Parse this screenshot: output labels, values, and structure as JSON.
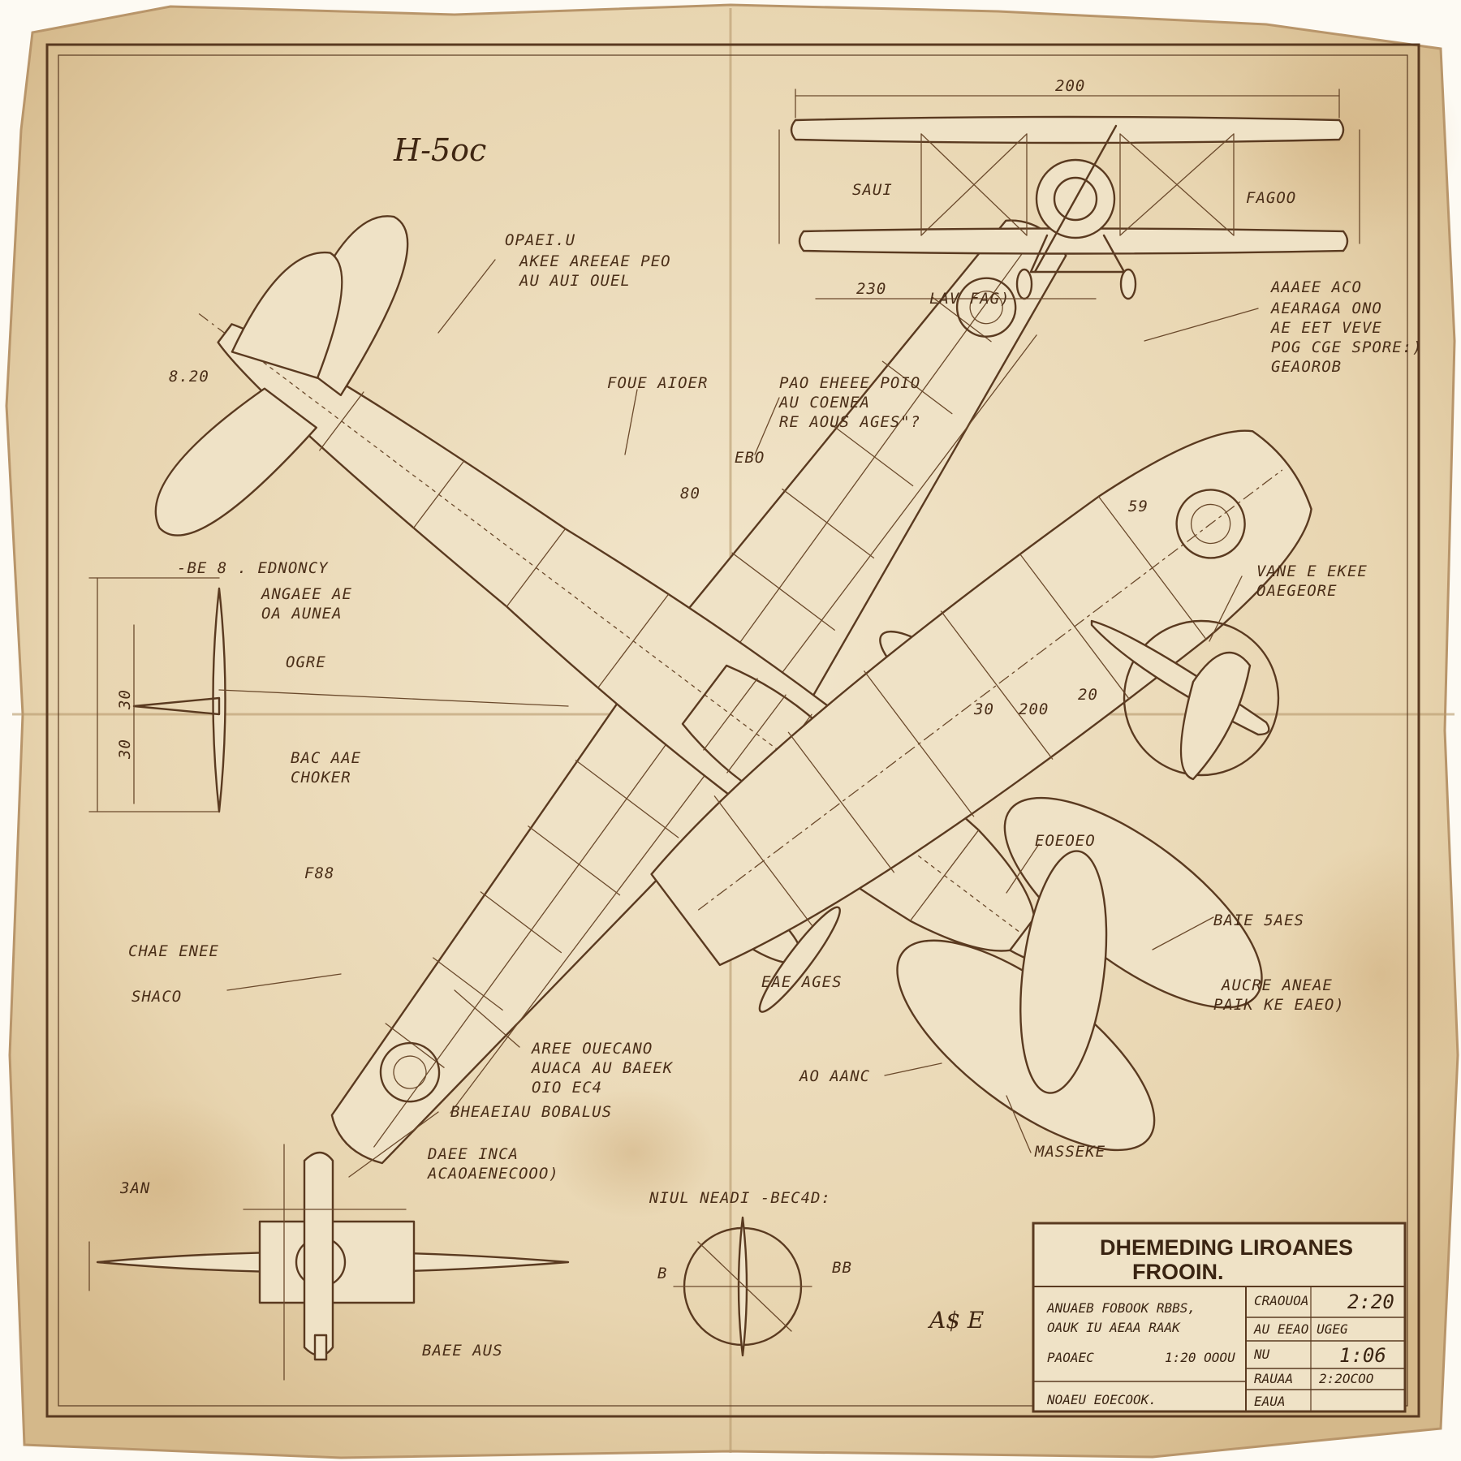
{
  "colors": {
    "paper": "#ecdcbd",
    "paper_stain": "#d9bf93",
    "ink": "#5a3a20",
    "edge": "#fdfaf3"
  },
  "drawing_code": "H-5oc",
  "labels": {
    "top_center": "OPAEI.U",
    "top_center_1": "AKEE AREEAE PEO",
    "top_center_2": "AU AUI OUEL",
    "left_dim": "8.20",
    "propeller": "FOUE AIOER",
    "prop_note_1": "PAO EHEEE POIO",
    "prop_note_2": "AU COENEA",
    "prop_note_3": "RE AOUS AGES\"?",
    "dim_ebb": "EBO",
    "dim_80": "80",
    "tail_left_1": "-BE 8 . EDNONCY",
    "tail_left_2": "ANGAEE AE",
    "tail_left_3": "OA AUNEA",
    "tail_ogre": "OGRE",
    "tail_bac_1": "BAC AAE",
    "tail_bac_2": "CHOKER",
    "right_1": "AAAEE ACO",
    "right_2": "AEARAGA ONO",
    "right_3": "AE EET VEVE",
    "right_4": "POG CGE SPORE:)",
    "right_5": "GEAOROB",
    "dim_59": "59",
    "vane_1": "VANE E EKEE",
    "vane_2": "OAEGEORE",
    "dim_200": "200",
    "dim_30": "30",
    "dim_20": "20",
    "eoeoeo": "EOEOEO",
    "baie_5aes": "BAIE 5AES",
    "aucre_1": "AUCRE ANEAE",
    "aucre_2": "PAIK KE EAEO)",
    "ao_aanc": "AO AANC",
    "masseke": "MASSEKE",
    "eae_ages": "EAE AGES",
    "chae_enee": "CHAE ENEE",
    "shaco": "SHACO",
    "f88": "F88",
    "aree_1": "AREE OUECANO",
    "aree_2": "AUACA AU BAEEK",
    "aree_3": "OIO EC4",
    "bottom_1": "BHEAEIAU BOBALUS",
    "bottom_2": "DAEE INCA",
    "bottom_3": "ACAOAENECOOO)",
    "bottom_3ai": "3AN",
    "baee_aus": "BAEE AUS",
    "niul": "NIUL NEADI -BEC4D:",
    "dim_b": "B",
    "dim_bb": "BB",
    "scribble": "A$ E",
    "topview_dim": "200",
    "topview_left": "SAUI",
    "topview_right": "FAGOO",
    "topview_dim2": "230",
    "topview_bottom": "LAV FAG)",
    "side_dims": [
      "30",
      "30"
    ]
  },
  "title_block": {
    "title_1": "DHEMEDING LIROANES",
    "title_2": "FROOIN.",
    "desc_1": "ANUAEB FOBOOK RBBS,",
    "desc_2": "OAUK IU AEAA RAAK",
    "row_label": "PAOAEC",
    "row_value": "1:20 OOOU",
    "maker": "NOAEU EOECOOK.",
    "cells": [
      {
        "label": "CRAOUOA",
        "value": "2:20"
      },
      {
        "label": "AU EEAO UGEG",
        "value": ""
      },
      {
        "label": "NU",
        "value": "1:06"
      },
      {
        "label": "RAUAA",
        "value": "2:2OCOO"
      },
      {
        "label": "EAUA",
        "value": ""
      }
    ]
  }
}
